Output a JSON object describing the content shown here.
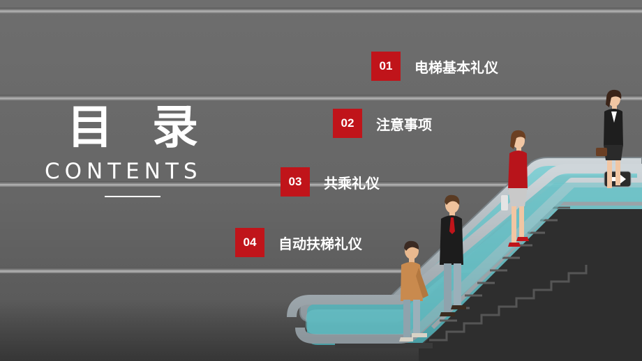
{
  "title": {
    "cn": "目录",
    "en": "CONTENTS"
  },
  "menu": {
    "items": [
      {
        "number": "01",
        "label": "电梯基本礼仪"
      },
      {
        "number": "02",
        "label": "注意事项"
      },
      {
        "number": "03",
        "label": "共乘礼仪"
      },
      {
        "number": "04",
        "label": "自动扶梯礼仪"
      }
    ]
  },
  "colors": {
    "accent": "#c0141a",
    "background": "#6a6a6a",
    "text": "#ffffff",
    "escalator_glass": "#5fb8bf"
  },
  "icons": {
    "direction_sign": "arrow-right-icon"
  }
}
